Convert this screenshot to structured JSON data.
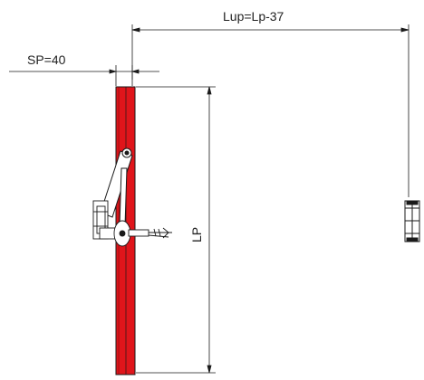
{
  "labels": {
    "lup_dim": "Lup=Lp-37",
    "sp_dim": "SP=40",
    "lp_dim": "LP"
  },
  "colors": {
    "profile_red": "#e0151b",
    "line": "#1a1a1a",
    "background": "#ffffff"
  }
}
